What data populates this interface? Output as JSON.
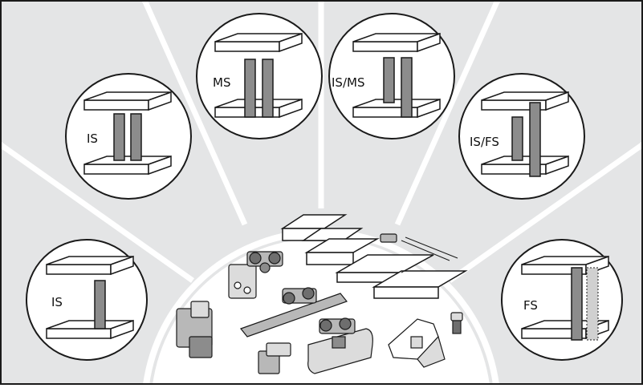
{
  "labels": {
    "is_top": "IS",
    "ms": "MS",
    "is_ms": "IS/MS",
    "is_fs": "IS/FS",
    "is_left": "IS",
    "fs": "FS"
  },
  "colors": {
    "background": "#e4e5e6",
    "divider": "#ffffff",
    "outline": "#1a1a1a",
    "panel_gray": "#8c8c8c",
    "hardware_gray": "#b8b8b8"
  }
}
